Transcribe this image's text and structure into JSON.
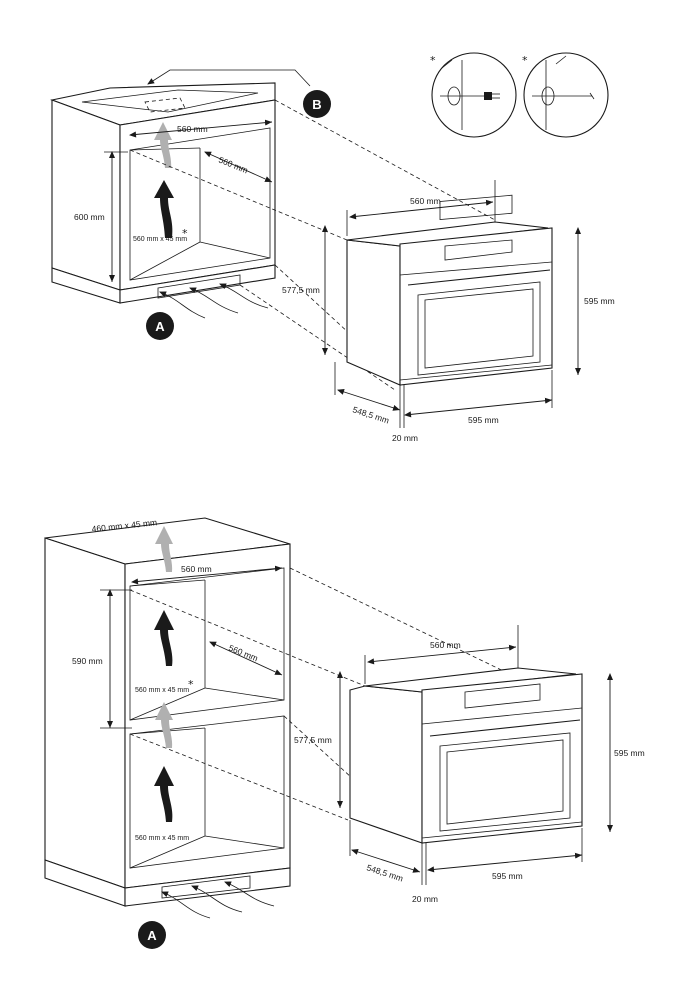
{
  "figure1": {
    "cabinet": {
      "width": "560 mm",
      "depth": "560 mm",
      "height": "600 mm",
      "vent": "560 mm x 45 mm",
      "star": "*"
    },
    "oven": {
      "width_top": "560 mm",
      "height_body": "577,5 mm",
      "height_front": "595 mm",
      "width_front": "595 mm",
      "depth": "548,5 mm",
      "offset": "20 mm"
    },
    "badge_a": "A",
    "badge_b": "B",
    "detail_star_1": "*",
    "detail_star_2": "*"
  },
  "figure2": {
    "cabinet": {
      "top_vent": "460 mm x 45 mm",
      "width": "560 mm",
      "depth": "560 mm",
      "height": "590 mm",
      "shelf_vent": "560 mm x 45 mm",
      "shelf_star": "*",
      "bottom_vent": "560 mm x 45 mm"
    },
    "oven": {
      "width_top": "560 mm",
      "height_body": "577,5 mm",
      "height_front": "595 mm",
      "width_front": "595 mm",
      "depth": "548,5 mm",
      "offset": "20 mm"
    },
    "badge_a": "A"
  },
  "icons": [
    "arrow-marker-icon",
    "airflow-arrow-icon",
    "plug-icon",
    "cable-icon"
  ]
}
